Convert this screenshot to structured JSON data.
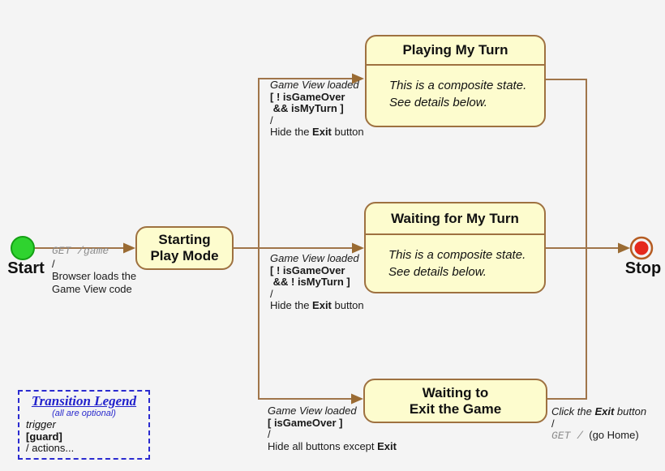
{
  "colors": {
    "background": "#f4f4f4",
    "state_fill": "#fdfcce",
    "state_border": "#9e7140",
    "wire": "#a0754a",
    "start_fill": "#2fd32f",
    "start_border": "#14a014",
    "stop_ring": "#b55c22",
    "stop_fill": "#e5291c",
    "legend_blue": "#2222cc",
    "mono_gray": "#8c8c8c"
  },
  "states": {
    "start": {
      "label": "Start"
    },
    "stop": {
      "label": "Stop"
    },
    "starting_play_mode": {
      "title_line1": "Starting",
      "title_line2": "Play Mode"
    },
    "playing_my_turn": {
      "title": "Playing My Turn",
      "body_line1": "This is a composite state.",
      "body_line2": "See details below."
    },
    "waiting_for_my_turn": {
      "title": "Waiting for My Turn",
      "body_line1": "This is a composite state.",
      "body_line2": "See details below."
    },
    "waiting_to_exit": {
      "title_line1": "Waiting to",
      "title_line2": "Exit the Game"
    }
  },
  "transitions": {
    "start_to_starting": {
      "trigger": "GET /game",
      "slash": "/",
      "action_line1": "Browser loads the",
      "action_line2": "Game View code"
    },
    "starting_to_playing": {
      "trigger": "Game View loaded",
      "guard_line1": "[ ! isGameOver",
      "guard_line2": " && isMyTurn ]",
      "slash": "/",
      "action_pre": "Hide the ",
      "action_bold": "Exit",
      "action_post": " button"
    },
    "starting_to_waiting_turn": {
      "trigger": "Game View loaded",
      "guard_line1": "[ ! isGameOver",
      "guard_line2": " && ! isMyTurn ]",
      "slash": "/",
      "action_pre": "Hide the ",
      "action_bold": "Exit",
      "action_post": " button"
    },
    "starting_to_waiting_exit": {
      "trigger": "Game View loaded",
      "guard": "[ isGameOver ]",
      "slash": "/",
      "action_pre": "Hide all buttons except ",
      "action_bold": "Exit"
    },
    "waiting_exit_to_stop": {
      "trigger_pre": "Click the ",
      "trigger_bold": "Exit",
      "trigger_post": " button",
      "slash": "/",
      "action_mono": "GET /",
      "action_post": "  (go Home)"
    }
  },
  "legend": {
    "title": "Transition Legend",
    "subtitle": "(all are optional)",
    "item_trigger": "trigger",
    "item_guard": "[guard]",
    "item_actions": "/ actions..."
  }
}
